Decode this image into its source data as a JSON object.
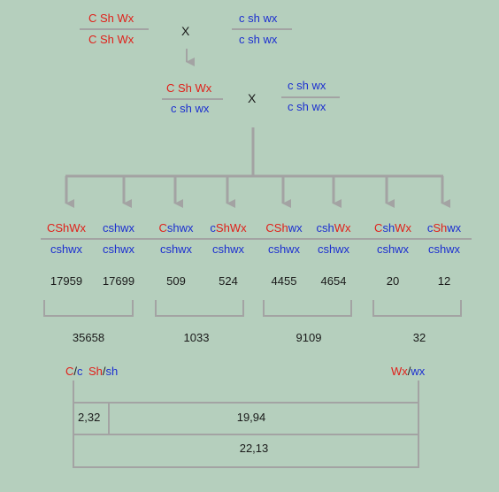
{
  "colors": {
    "background": "#b5cfbd",
    "lines": "#a3a3a3",
    "dominant": "#e0201a",
    "recessive": "#1c2fd0",
    "text": "#1a1a1a"
  },
  "parents": {
    "p1_top": "C Sh Wx",
    "p1_bottom": "C Sh Wx",
    "cross": "X",
    "p2_top": "c sh wx",
    "p2_bottom": "c sh wx"
  },
  "f1": {
    "h_top": "C Sh Wx",
    "h_bottom": "c sh wx",
    "cross": "X",
    "r_top": "c sh wx",
    "r_bottom": "c sh wx"
  },
  "offspring": [
    {
      "top": [
        [
          "CShWx",
          "red"
        ]
      ],
      "bottom": "cshwx",
      "count": "17959"
    },
    {
      "top": [
        [
          "cshwx",
          "blue"
        ]
      ],
      "bottom": "cshwx",
      "count": "17699"
    },
    {
      "top": [
        [
          "C",
          "red"
        ],
        [
          "shwx",
          "blue"
        ]
      ],
      "bottom": "cshwx",
      "count": "509"
    },
    {
      "top": [
        [
          "c",
          "blue"
        ],
        [
          "ShWx",
          "red"
        ]
      ],
      "bottom": "cshwx",
      "count": "524"
    },
    {
      "top": [
        [
          "CSh",
          "red"
        ],
        [
          "wx",
          "blue"
        ]
      ],
      "bottom": "cshwx",
      "count": "4455"
    },
    {
      "top": [
        [
          "csh",
          "blue"
        ],
        [
          "Wx",
          "red"
        ]
      ],
      "bottom": "cshwx",
      "count": "4654"
    },
    {
      "top": [
        [
          "C",
          "red"
        ],
        [
          "sh",
          "blue"
        ],
        [
          "Wx",
          "red"
        ]
      ],
      "bottom": "cshwx",
      "count": "20"
    },
    {
      "top": [
        [
          "c",
          "blue"
        ],
        [
          "Sh",
          "red"
        ],
        [
          "wx",
          "blue"
        ]
      ],
      "bottom": "cshwx",
      "count": "12"
    }
  ],
  "group_totals": [
    "35658",
    "1033",
    "9109",
    "32"
  ],
  "map": {
    "C": "C",
    "c": "c",
    "Sh": "Sh",
    "sh": "sh",
    "Wx": "Wx",
    "wx": "wx",
    "slash": "/",
    "d1": "2,32",
    "d2": "19,94",
    "total": "22,13"
  }
}
